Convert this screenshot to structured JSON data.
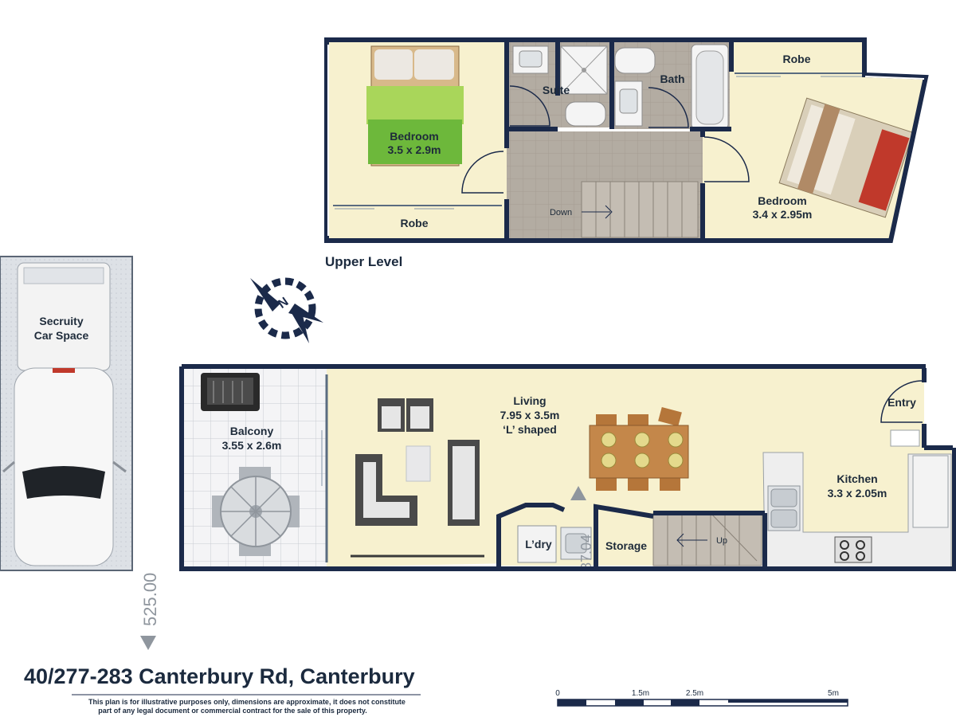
{
  "plan": {
    "address": "40/277-283 Canterbury Rd, Canterbury",
    "disclaimer_line1": "This plan is for illustrative purposes only, dimensions are approximate, it does not constitute",
    "disclaimer_line2": "part of any legal document or commercial contract for the sale of this property.",
    "upper_level_label": "Upper Level",
    "height_marker": "525.00",
    "spot_level": "87.04",
    "scale_labels": [
      "0",
      "1.5m",
      "2.5m",
      "5m"
    ]
  },
  "upper_rooms": {
    "bedroom1_name": "Bedroom",
    "bedroom1_size": "3.5 x 2.9m",
    "robe1": "Robe",
    "suite": "Suite",
    "bath": "Bath",
    "robe2": "Robe",
    "bedroom2_name": "Bedroom",
    "bedroom2_size": "3.4 x 2.95m",
    "stairs_down": "Down"
  },
  "lower_rooms": {
    "balcony_name": "Balcony",
    "balcony_size": "3.55 x 2.6m",
    "living_name": "Living",
    "living_size": "7.95 x 3.5m",
    "living_shape": "‘L’ shaped",
    "entry": "Entry",
    "kitchen_name": "Kitchen",
    "kitchen_size": "3.3 x 2.05m",
    "laundry": "L’dry",
    "storage": "Storage",
    "stairs_up": "Up"
  },
  "car_space": {
    "line1": "Secruity",
    "line2": "Car Space"
  },
  "colors": {
    "wall": "#1b2a4a",
    "floor": "#f7f1cf",
    "tile": "#b9b1a6",
    "car_space": "#dfe3e7",
    "bed_green": "#7dc542"
  }
}
